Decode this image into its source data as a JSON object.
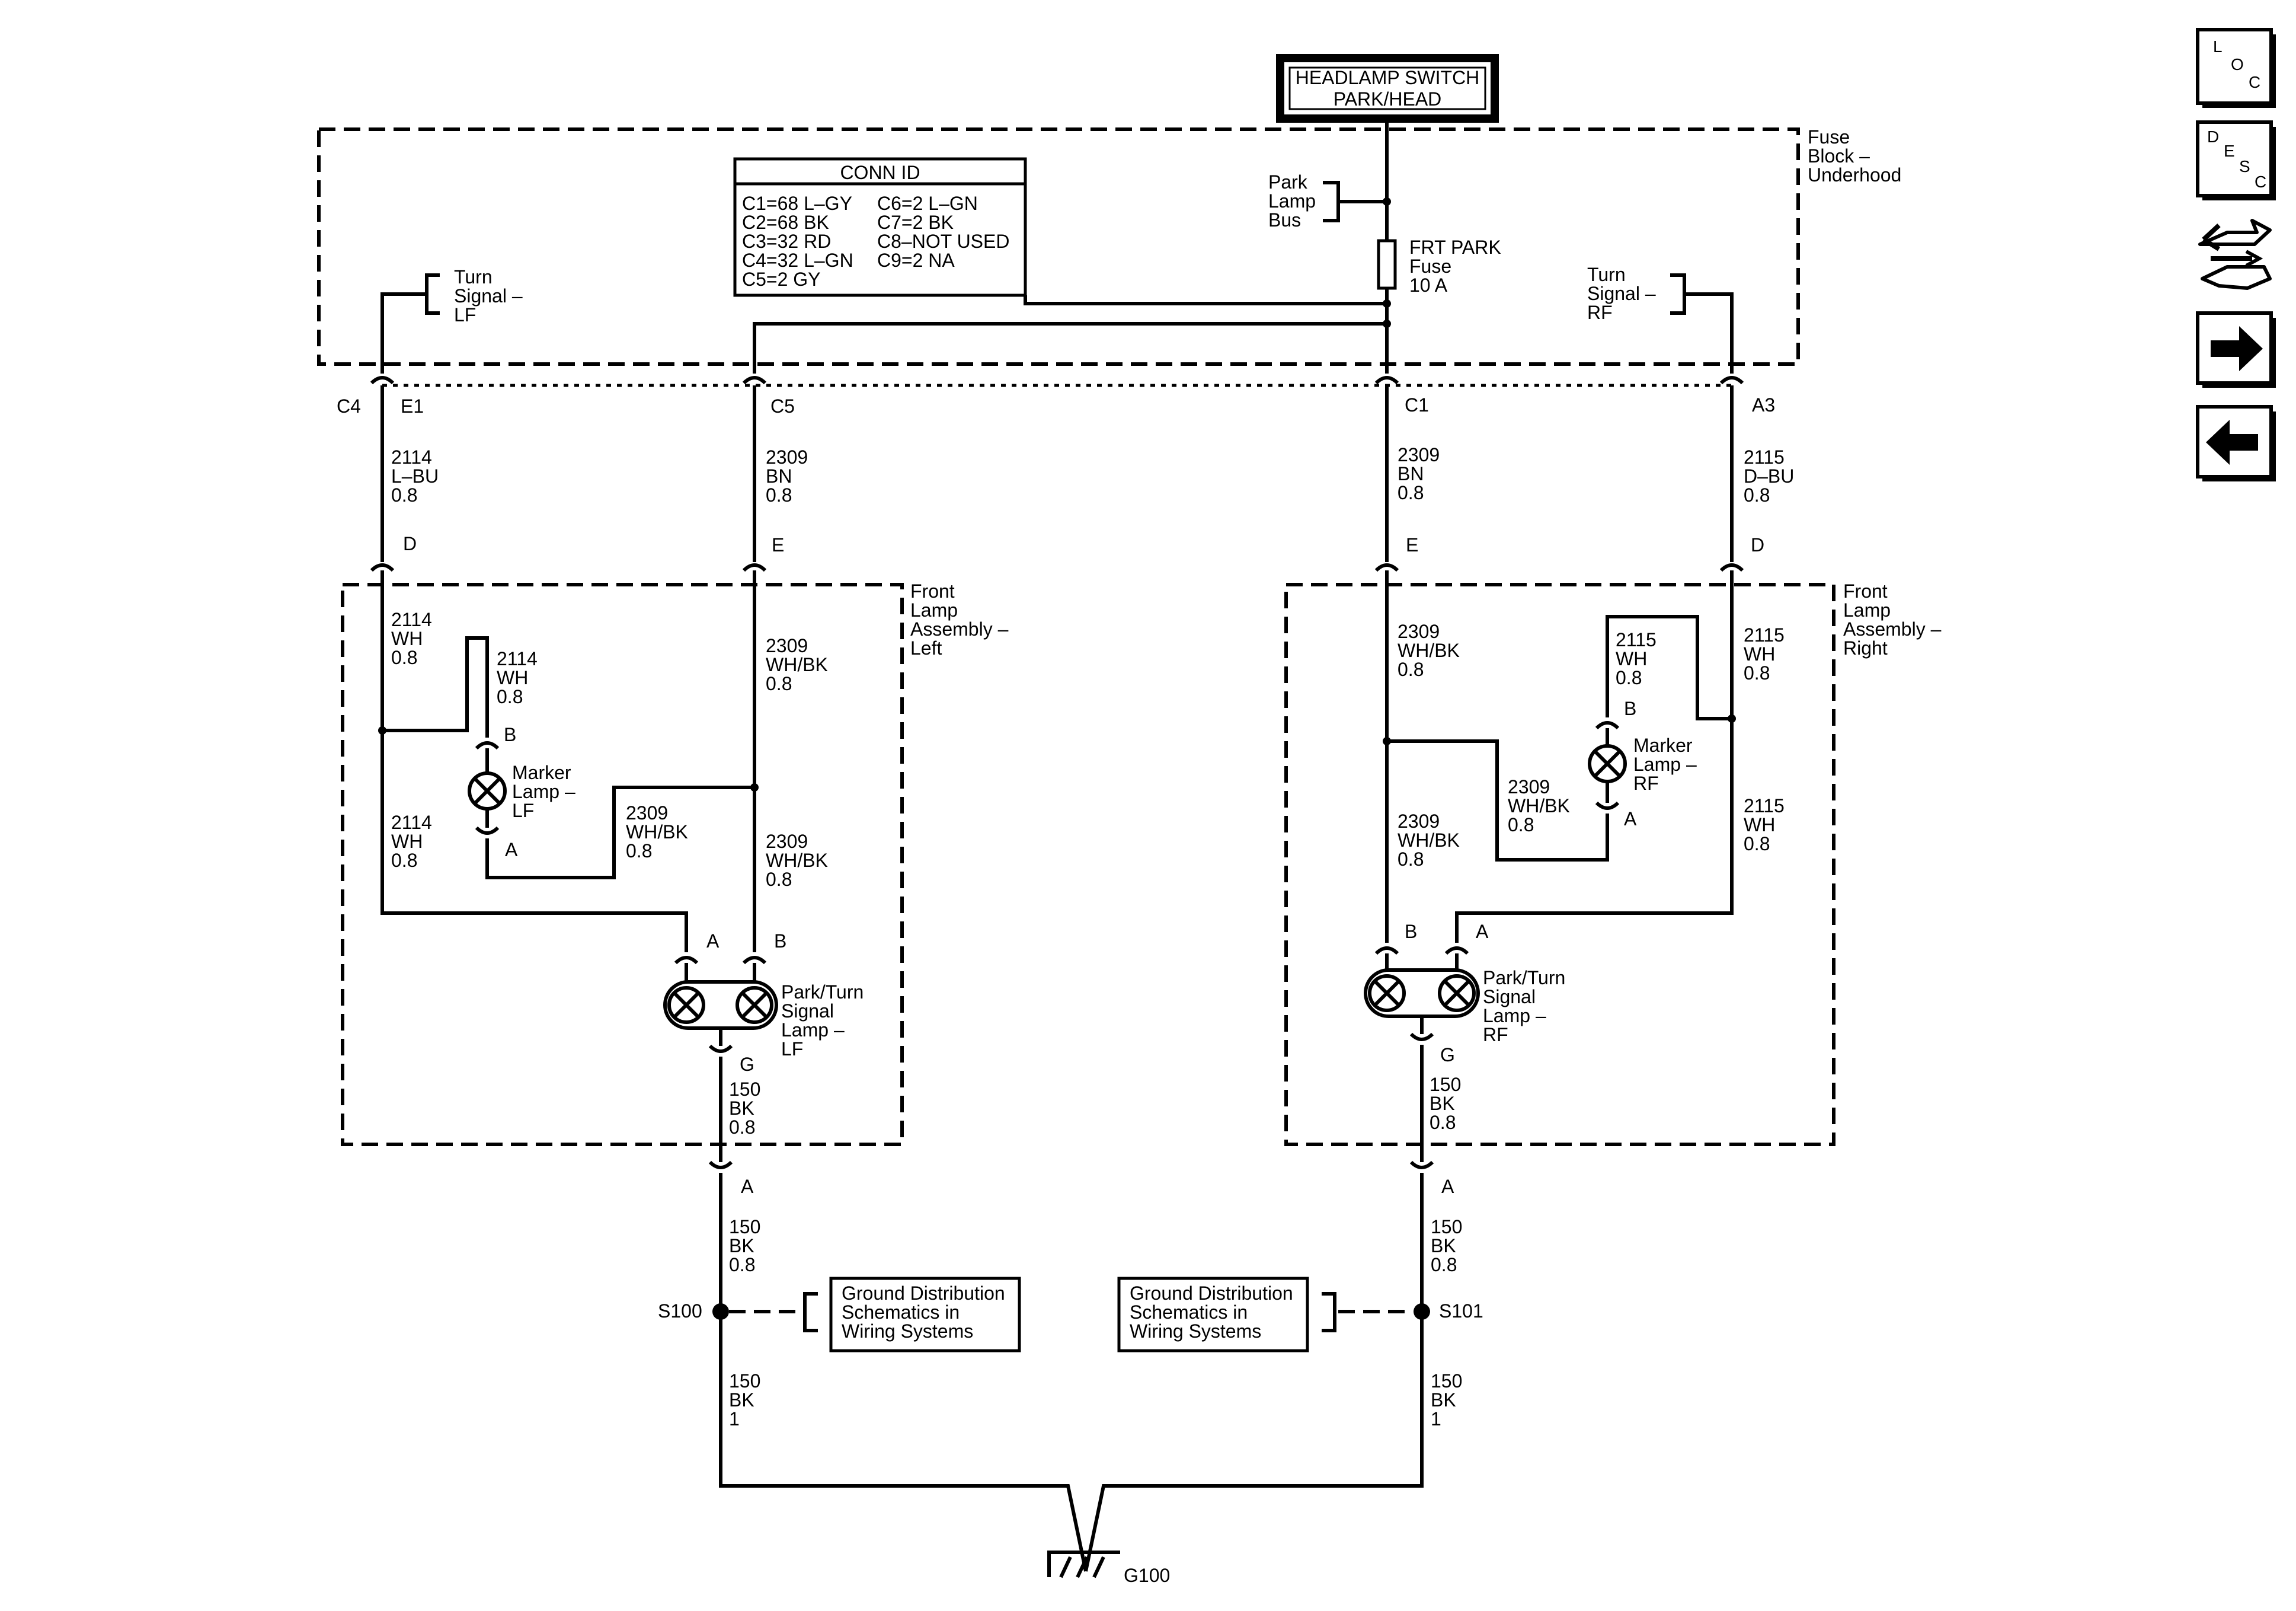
{
  "headlamp_switch": {
    "line1": "HEADLAMP SWITCH",
    "line2": "PARK/HEAD"
  },
  "fuse_block": {
    "line1": "Fuse",
    "line2": "Block –",
    "line3": "Underhood"
  },
  "conn_id": {
    "title": "CONN ID",
    "left": [
      "C1=68 L–GY",
      "C2=68 BK",
      "C3=32 RD",
      "C4=32 L–GN",
      "C5=2 GY"
    ],
    "right": [
      "C6=2 L–GN",
      "C7=2 BK",
      "C8–NOT USED",
      "C9=2 NA"
    ]
  },
  "park_lamp_bus": {
    "line1": "Park",
    "line2": "Lamp",
    "line3": "Bus"
  },
  "fuse": {
    "line1": "FRT PARK",
    "line2": "Fuse",
    "line3": "10 A"
  },
  "turn_lf": {
    "line1": "Turn",
    "line2": "Signal –",
    "line3": "LF"
  },
  "turn_rf": {
    "line1": "Turn",
    "line2": "Signal –",
    "line3": "RF"
  },
  "connectors": {
    "c4": "C4",
    "e1": "E1",
    "c5": "C5",
    "c1": "C1",
    "a3": "A3",
    "d_left": "D",
    "e_left": "E",
    "e_right": "E",
    "d_right": "D",
    "b_marker_lf": "B",
    "a_marker_lf": "A",
    "a_park_lf": "A",
    "b_park_lf": "B",
    "g_lf": "G",
    "b_marker_rf": "B",
    "a_marker_rf": "A",
    "b_park_rf": "B",
    "a_park_rf": "A",
    "g_rf": "G",
    "a_lf_out": "A",
    "a_rf_out": "A"
  },
  "wires": {
    "w2114_top": [
      "2114",
      "L–BU",
      "0.8"
    ],
    "w2309_c5": [
      "2309",
      "BN",
      "0.8"
    ],
    "w2309_c1": [
      "2309",
      "BN",
      "0.8"
    ],
    "w2115_top": [
      "2115",
      "D–BU",
      "0.8"
    ],
    "w2114_wh1": [
      "2114",
      "WH",
      "0.8"
    ],
    "w2114_wh2": [
      "2114",
      "WH",
      "0.8"
    ],
    "w2114_wh3": [
      "2114",
      "WH",
      "0.8"
    ],
    "w2309_whbk_l1": [
      "2309",
      "WH/BK",
      "0.8"
    ],
    "w2309_whbk_l2": [
      "2309",
      "WH/BK",
      "0.8"
    ],
    "w2309_whbk_l3": [
      "2309",
      "WH/BK",
      "0.8"
    ],
    "w150_lf": [
      "150",
      "BK",
      "0.8"
    ],
    "w2309_whbk_r1": [
      "2309",
      "WH/BK",
      "0.8"
    ],
    "w2309_whbk_r2": [
      "2309",
      "WH/BK",
      "0.8"
    ],
    "w2309_whbk_r3": [
      "2309",
      "WH/BK",
      "0.8"
    ],
    "w2115_wh1": [
      "2115",
      "WH",
      "0.8"
    ],
    "w2115_wh2": [
      "2115",
      "WH",
      "0.8"
    ],
    "w2115_wh3": [
      "2115",
      "WH",
      "0.8"
    ],
    "w150_rf": [
      "150",
      "BK",
      "0.8"
    ],
    "w150_l_mid": [
      "150",
      "BK",
      "0.8"
    ],
    "w150_r_mid": [
      "150",
      "BK",
      "0.8"
    ],
    "w150_l_bot": [
      "150",
      "BK",
      "1"
    ],
    "w150_r_bot": [
      "150",
      "BK",
      "1"
    ]
  },
  "front_lamp_left": {
    "line1": "Front",
    "line2": "Lamp",
    "line3": "Assembly –",
    "line4": "Left"
  },
  "front_lamp_right": {
    "line1": "Front",
    "line2": "Lamp",
    "line3": "Assembly –",
    "line4": "Right"
  },
  "marker_lf": {
    "line1": "Marker",
    "line2": "Lamp –",
    "line3": "LF"
  },
  "marker_rf": {
    "line1": "Marker",
    "line2": "Lamp –",
    "line3": "RF"
  },
  "park_lf": {
    "line1": "Park/Turn",
    "line2": "Signal",
    "line3": "Lamp –",
    "line4": "LF"
  },
  "park_rf": {
    "line1": "Park/Turn",
    "line2": "Signal",
    "line3": "Lamp –",
    "line4": "RF"
  },
  "splices": {
    "s100": "S100",
    "s101": "S101"
  },
  "ground": {
    "g100": "G100"
  },
  "ground_dist_left": {
    "line1": "Ground Distribution",
    "line2": "Schematics in",
    "line3": "Wiring Systems"
  },
  "ground_dist_right": {
    "line1": "Ground Distribution",
    "line2": "Schematics in",
    "line3": "Wiring Systems"
  },
  "nav": {
    "loc": [
      "L",
      "O",
      "C"
    ],
    "desc": [
      "D",
      "E",
      "S",
      "C"
    ]
  }
}
